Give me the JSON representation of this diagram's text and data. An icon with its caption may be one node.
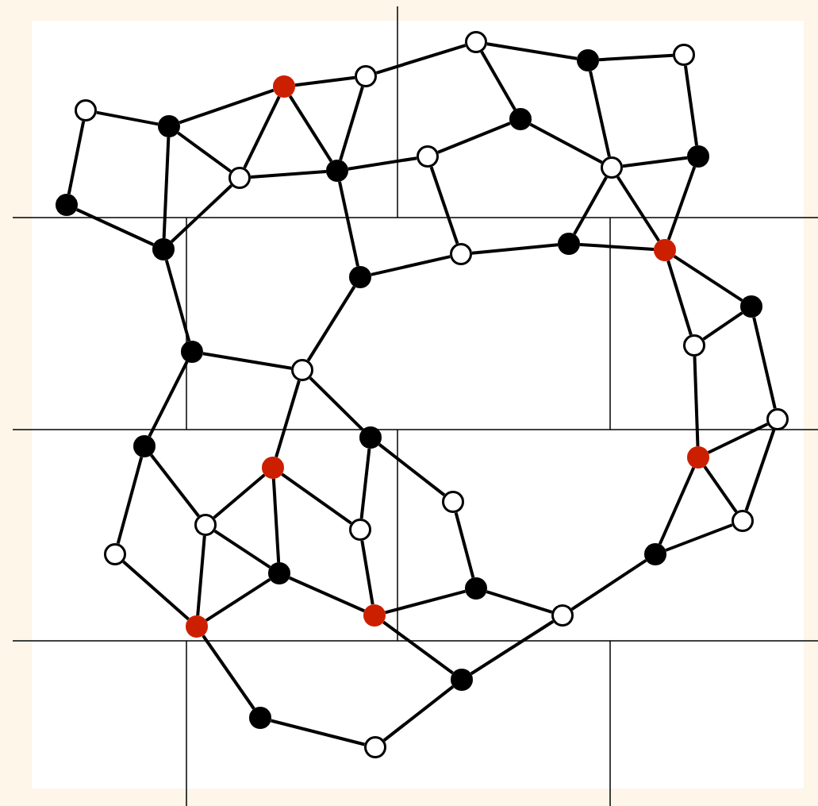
{
  "diagram": {
    "nodes": [
      {
        "text": [],
        "shape": "circle"
      },
      {
        "text": [],
        "shape": "circle"
      },
      {
        "text": [],
        "shape": "circle"
      },
      {
        "text": [],
        "shape": "circle"
      },
      {
        "text": [],
        "shape": "circle"
      },
      {
        "text": [],
        "shape": "circle"
      },
      {
        "text": [],
        "shape": "circle"
      },
      {
        "text": [],
        "shape": "circle"
      },
      {
        "text": [],
        "shape": "circle"
      },
      {
        "text": [],
        "shape": "circle"
      },
      {
        "text": [],
        "shape": "circle"
      },
      {
        "text": [],
        "shape": "circle"
      },
      {
        "text": [],
        "shape": "circle"
      },
      {
        "text": [],
        "shape": "circle"
      },
      {
        "text": [],
        "shape": "circle"
      },
      {
        "text": [],
        "shape": "circle"
      },
      {
        "text": [],
        "shape": "circle"
      },
      {
        "text": [],
        "shape": "circle"
      },
      {
        "text": [],
        "shape": "circle"
      },
      {
        "text": [],
        "shape": "circle"
      },
      {
        "text": [],
        "shape": "circle"
      },
      {
        "text": [],
        "shape": "circle"
      },
      {
        "text": [],
        "shape": "circle"
      },
      {
        "text": [],
        "shape": "circle"
      },
      {
        "text": [],
        "shape": "circle"
      },
      {
        "text": [],
        "shape": "circle"
      },
      {
        "text": [],
        "shape": "circle"
      },
      {
        "text": [],
        "shape": "circle"
      },
      {
        "text": [],
        "shape": "circle"
      },
      {
        "text": [],
        "shape": "circle"
      },
      {
        "text": [],
        "shape": "circle"
      },
      {
        "text": [],
        "shape": "circle"
      },
      {
        "text": [],
        "shape": "circle"
      },
      {
        "text": [],
        "shape": "circle"
      },
      {
        "text": [],
        "shape": "circle"
      },
      {
        "text": [],
        "shape": "circle"
      },
      {
        "text": [],
        "shape": "circle"
      },
      {
        "text": [],
        "shape": "circle"
      },
      {
        "text": [],
        "shape": "circle"
      },
      {
        "text": [],
        "shape": "circle"
      },
      {
        "text": [],
        "shape": "circle"
      },
      {
        "text": [],
        "shape": "circle"
      }
    ],
    "edges": [
      {
        "from": 5,
        "to": 6,
        "arrow": "none"
      },
      {
        "from": 5,
        "to": 13,
        "arrow": "none"
      },
      {
        "from": 13,
        "to": 14,
        "arrow": "none"
      },
      {
        "from": 6,
        "to": 14,
        "arrow": "none"
      },
      {
        "from": 6,
        "to": 12,
        "arrow": "none"
      },
      {
        "from": 6,
        "to": 3,
        "arrow": "none"
      },
      {
        "from": 3,
        "to": 4,
        "arrow": "none"
      },
      {
        "from": 3,
        "to": 12,
        "arrow": "none"
      },
      {
        "from": 3,
        "to": 11,
        "arrow": "none"
      },
      {
        "from": 4,
        "to": 11,
        "arrow": "none"
      },
      {
        "from": 12,
        "to": 11,
        "arrow": "none"
      },
      {
        "from": 14,
        "to": 12,
        "arrow": "none"
      },
      {
        "from": 11,
        "to": 8,
        "arrow": "none"
      },
      {
        "from": 4,
        "to": 0,
        "arrow": "none"
      },
      {
        "from": 0,
        "to": 1,
        "arrow": "none"
      },
      {
        "from": 0,
        "to": 7,
        "arrow": "none"
      },
      {
        "from": 1,
        "to": 2,
        "arrow": "none"
      },
      {
        "from": 1,
        "to": 10,
        "arrow": "none"
      },
      {
        "from": 2,
        "to": 9,
        "arrow": "none"
      },
      {
        "from": 7,
        "to": 8,
        "arrow": "none"
      },
      {
        "from": 7,
        "to": 10,
        "arrow": "none"
      },
      {
        "from": 10,
        "to": 9,
        "arrow": "none"
      },
      {
        "from": 10,
        "to": 15,
        "arrow": "none"
      },
      {
        "from": 10,
        "to": 16,
        "arrow": "none"
      },
      {
        "from": 9,
        "to": 16,
        "arrow": "none"
      },
      {
        "from": 8,
        "to": 17,
        "arrow": "none"
      },
      {
        "from": 17,
        "to": 15,
        "arrow": "none"
      },
      {
        "from": 15,
        "to": 16,
        "arrow": "none"
      },
      {
        "from": 11,
        "to": 18,
        "arrow": "none"
      },
      {
        "from": 18,
        "to": 17,
        "arrow": "none"
      },
      {
        "from": 16,
        "to": 19,
        "arrow": "none"
      },
      {
        "from": 16,
        "to": 20,
        "arrow": "none"
      },
      {
        "from": 19,
        "to": 20,
        "arrow": "none"
      },
      {
        "from": 19,
        "to": 23,
        "arrow": "none"
      },
      {
        "from": 20,
        "to": 26,
        "arrow": "none"
      },
      {
        "from": 23,
        "to": 26,
        "arrow": "none"
      },
      {
        "from": 23,
        "to": 29,
        "arrow": "none"
      },
      {
        "from": 26,
        "to": 29,
        "arrow": "none"
      },
      {
        "from": 26,
        "to": 33,
        "arrow": "none"
      },
      {
        "from": 29,
        "to": 33,
        "arrow": "none"
      },
      {
        "from": 33,
        "to": 37,
        "arrow": "none"
      },
      {
        "from": 37,
        "to": 35,
        "arrow": "none"
      },
      {
        "from": 37,
        "to": 39,
        "arrow": "none"
      },
      {
        "from": 35,
        "to": 28,
        "arrow": "none"
      },
      {
        "from": 35,
        "to": 36,
        "arrow": "none"
      },
      {
        "from": 28,
        "to": 24,
        "arrow": "none"
      },
      {
        "from": 24,
        "to": 22,
        "arrow": "none"
      },
      {
        "from": 24,
        "to": 31,
        "arrow": "none"
      },
      {
        "from": 22,
        "to": 18,
        "arrow": "none"
      },
      {
        "from": 22,
        "to": 21,
        "arrow": "none"
      },
      {
        "from": 22,
        "to": 27,
        "arrow": "none"
      },
      {
        "from": 21,
        "to": 14,
        "arrow": "none"
      },
      {
        "from": 21,
        "to": 25,
        "arrow": "none"
      },
      {
        "from": 25,
        "to": 32,
        "arrow": "none"
      },
      {
        "from": 25,
        "to": 30,
        "arrow": "none"
      },
      {
        "from": 27,
        "to": 30,
        "arrow": "none"
      },
      {
        "from": 27,
        "to": 31,
        "arrow": "none"
      },
      {
        "from": 27,
        "to": 34,
        "arrow": "none"
      },
      {
        "from": 30,
        "to": 34,
        "arrow": "none"
      },
      {
        "from": 30,
        "to": 38,
        "arrow": "none"
      },
      {
        "from": 32,
        "to": 38,
        "arrow": "none"
      },
      {
        "from": 34,
        "to": 38,
        "arrow": "none"
      },
      {
        "from": 34,
        "to": 36,
        "arrow": "none"
      },
      {
        "from": 31,
        "to": 36,
        "arrow": "none"
      },
      {
        "from": 36,
        "to": 39,
        "arrow": "none"
      },
      {
        "from": 39,
        "to": 41,
        "arrow": "none"
      },
      {
        "from": 41,
        "to": 40,
        "arrow": "none"
      },
      {
        "from": 40,
        "to": 38,
        "arrow": "none"
      }
    ]
  }
}
